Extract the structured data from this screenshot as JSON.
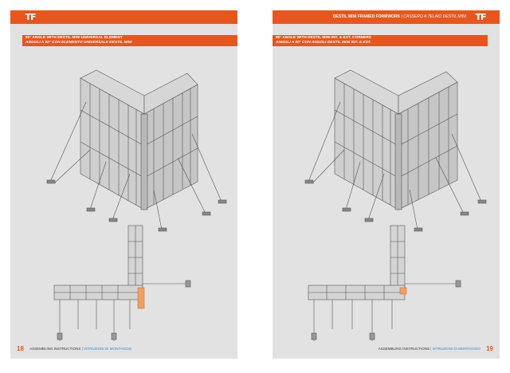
{
  "colors": {
    "accent": "#e8561c",
    "page_bg": "#e2e2e2",
    "italian_link": "#2f8cc9"
  },
  "header": {
    "logo": "TF",
    "title_en": "DESTIL MINI FRAMED FORMWORK",
    "separator": "|",
    "title_it": "CASSERO A TELAIO DESTIL MINI"
  },
  "pages": {
    "left": {
      "section_title_en": "90° ANGLE WITH DESTIL MINI UNIVERSAL ELEMENT",
      "section_title_it": "ANGOLI A 90° CON ELEMENTO UNIVERSALE DESTIL MINI",
      "page_number": "18",
      "footer_en": "ASSEMBLING INSTRUCTIONS",
      "footer_sep": "|",
      "footer_it": "ISTRUZIONI DI MONTAGGIO"
    },
    "right": {
      "section_title_en": "90° ANGLE WITH DESTIL MINI INT. & EXT. CORNERS",
      "section_title_it": "ANGOLI A 90° CON ANGOLI DESTIL MINI INT. & EST.",
      "page_number": "19",
      "footer_en": "ASSEMBLING INSTRUCTIONS",
      "footer_sep": "|",
      "footer_it": "ISTRUZIONI DI MONTAGGIO"
    }
  }
}
